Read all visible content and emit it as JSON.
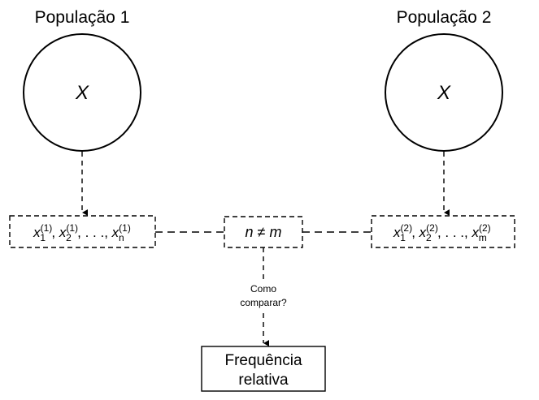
{
  "population1": {
    "title": "População 1",
    "variable": "X"
  },
  "population2": {
    "title": "População 2",
    "variable": "X"
  },
  "sample1": {
    "text": "x₁⁽¹⁾, x₂⁽¹⁾, . . . , xₙ⁽¹⁾",
    "base": "x",
    "indices": [
      "1",
      "2",
      "n"
    ],
    "superscript": "(1)",
    "separator": ", ",
    "ellipsis": ". . ."
  },
  "sample2": {
    "text": "x₁⁽²⁾, x₂⁽²⁾, . . . , xₘ⁽²⁾",
    "base": "x",
    "indices": [
      "1",
      "2",
      "m"
    ],
    "superscript": "(2)",
    "separator": ", ",
    "ellipsis": ". . ."
  },
  "condition": "n ≠ m",
  "question": {
    "line1": "Como",
    "line2": "comparar?"
  },
  "result": {
    "line1": "Frequência",
    "line2": "relativa"
  }
}
